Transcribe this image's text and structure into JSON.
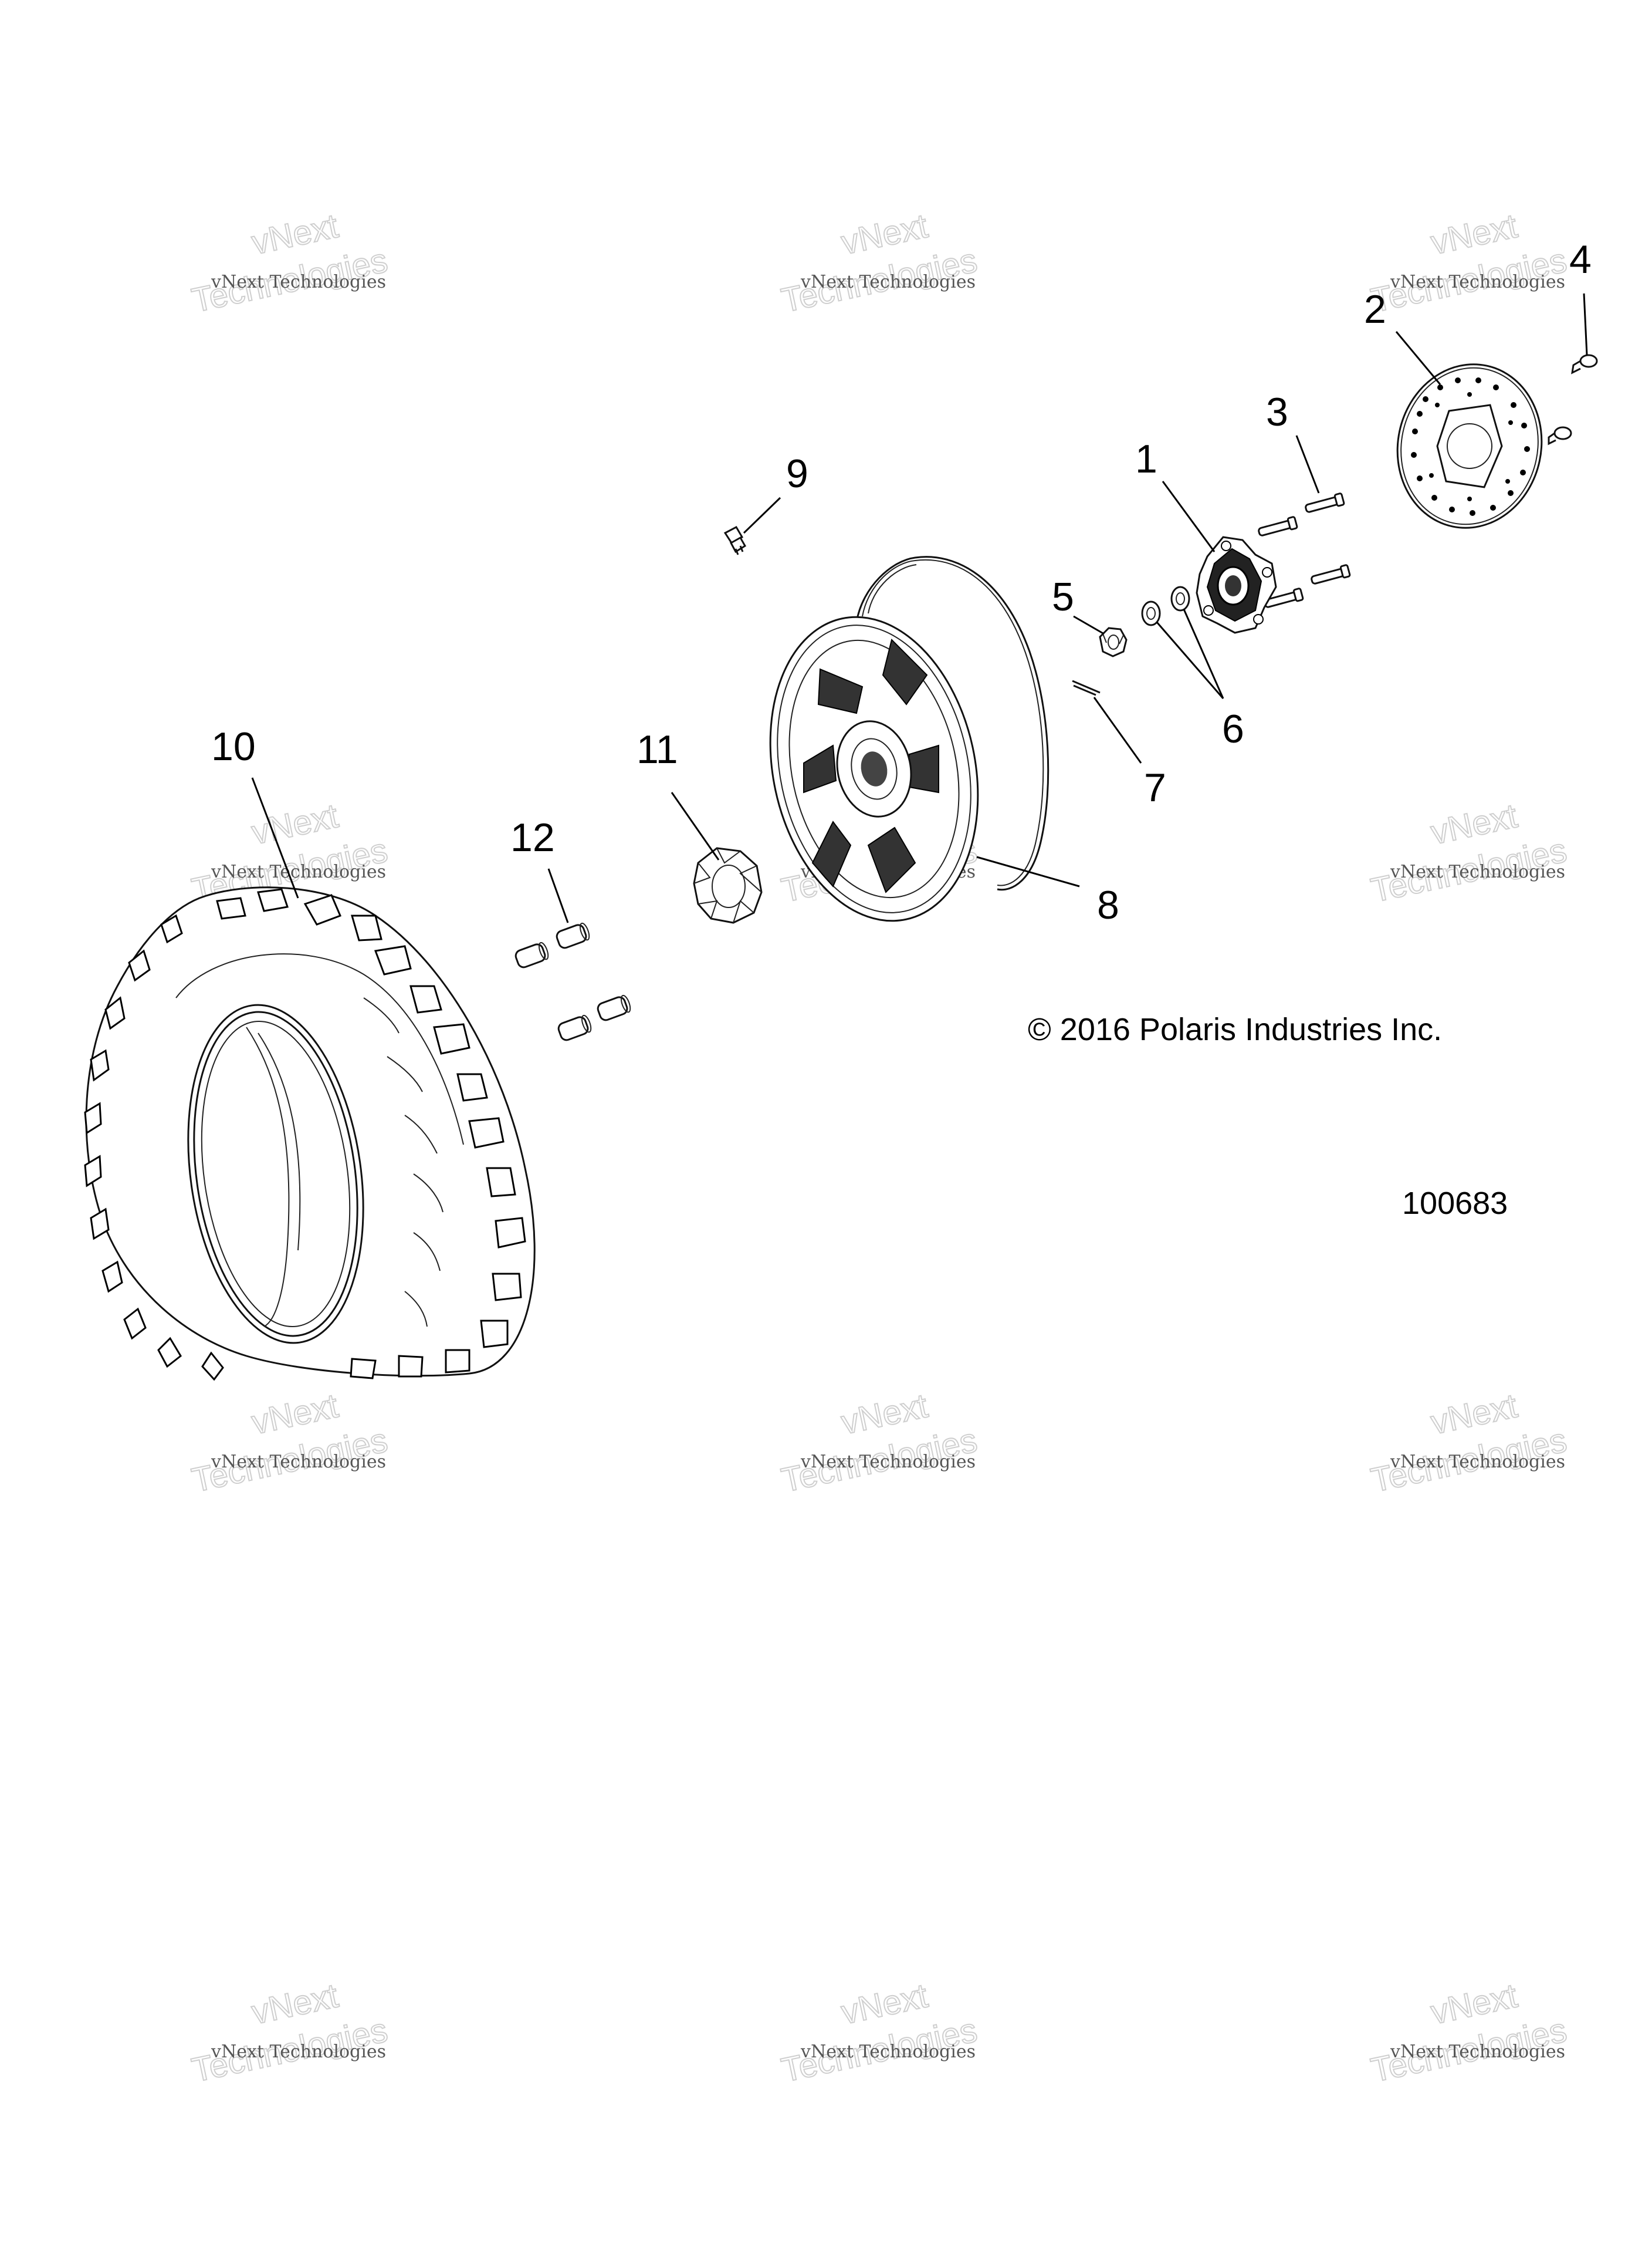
{
  "callouts": [
    "1",
    "2",
    "3",
    "4",
    "5",
    "6",
    "7",
    "8",
    "9",
    "10",
    "11",
    "12"
  ],
  "copyright": "© 2016 Polaris Industries Inc.",
  "drawing_number": "100683",
  "watermark": {
    "line_small": "vNext Technologies",
    "line_big_1": "vNext",
    "line_big_2": "Technologies"
  },
  "parts": {
    "1": "wheel-hub",
    "2": "brake-disc",
    "3": "hub-bolt",
    "4": "disc-bolt",
    "5": "castle-nut",
    "6": "washer",
    "7": "cotter-pin",
    "8": "wheel-rim",
    "9": "valve-stem",
    "10": "tire",
    "11": "center-cap",
    "12": "lug-nut"
  }
}
